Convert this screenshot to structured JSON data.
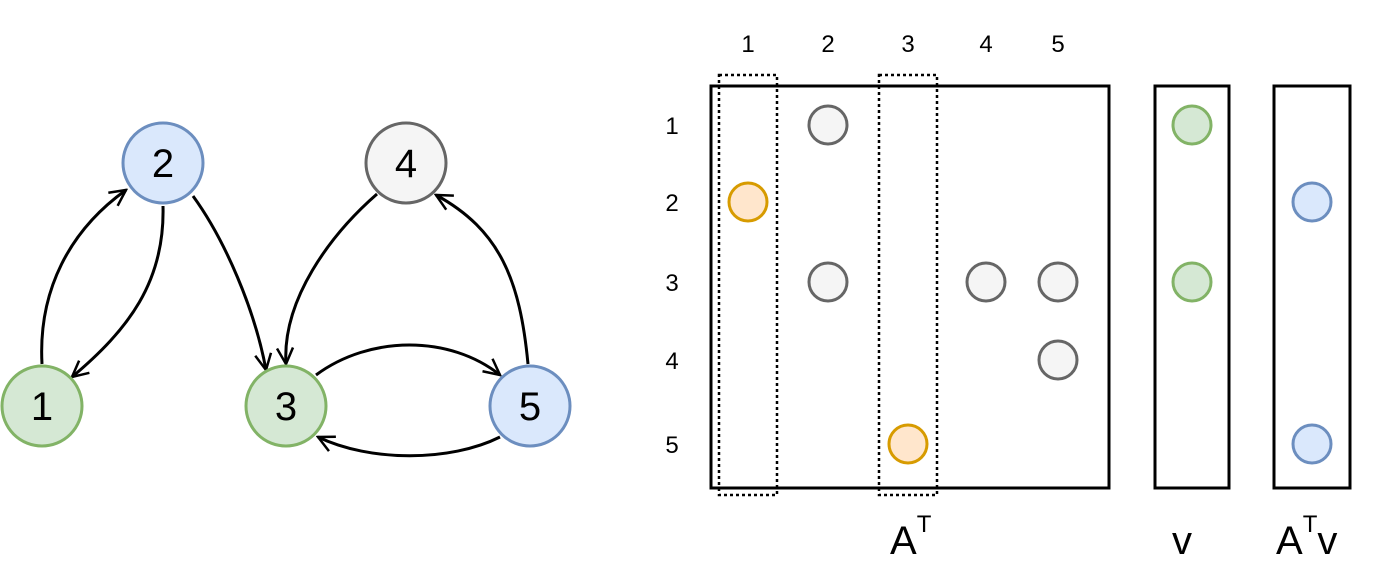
{
  "colors": {
    "green_fill": "#d5e8d4",
    "green_stroke": "#82b366",
    "blue_fill": "#dae8fc",
    "blue_stroke": "#6c8ebf",
    "grey_fill": "#f5f5f5",
    "grey_stroke": "#666666",
    "orange_fill": "#ffe6cc",
    "orange_stroke": "#d79b00",
    "line": "#000000"
  },
  "graph": {
    "nodes": [
      {
        "id": "1",
        "label": "1",
        "color": "green"
      },
      {
        "id": "2",
        "label": "2",
        "color": "blue"
      },
      {
        "id": "3",
        "label": "3",
        "color": "green"
      },
      {
        "id": "4",
        "label": "4",
        "color": "grey"
      },
      {
        "id": "5",
        "label": "5",
        "color": "blue"
      }
    ],
    "edges": [
      {
        "from": "1",
        "to": "2"
      },
      {
        "from": "2",
        "to": "1"
      },
      {
        "from": "2",
        "to": "3"
      },
      {
        "from": "4",
        "to": "3"
      },
      {
        "from": "5",
        "to": "4"
      },
      {
        "from": "3",
        "to": "5"
      },
      {
        "from": "5",
        "to": "3"
      }
    ]
  },
  "matrix": {
    "label_main": "A",
    "label_sup": "T",
    "col_labels": [
      "1",
      "2",
      "3",
      "4",
      "5"
    ],
    "row_labels": [
      "1",
      "2",
      "3",
      "4",
      "5"
    ],
    "highlighted_cols": [
      1,
      3
    ],
    "entries": [
      {
        "row": 1,
        "col": 2,
        "color": "grey"
      },
      {
        "row": 2,
        "col": 1,
        "color": "orange"
      },
      {
        "row": 3,
        "col": 2,
        "color": "grey"
      },
      {
        "row": 3,
        "col": 4,
        "color": "grey"
      },
      {
        "row": 3,
        "col": 5,
        "color": "grey"
      },
      {
        "row": 4,
        "col": 5,
        "color": "grey"
      },
      {
        "row": 5,
        "col": 3,
        "color": "orange"
      }
    ]
  },
  "vector_v": {
    "label": "v",
    "entries": [
      {
        "row": 1,
        "color": "green"
      },
      {
        "row": 3,
        "color": "green"
      }
    ]
  },
  "vector_atv": {
    "label_main": "A",
    "label_sup": "T",
    "label_tail": "v",
    "entries": [
      {
        "row": 2,
        "color": "blue"
      },
      {
        "row": 5,
        "color": "blue"
      }
    ]
  }
}
